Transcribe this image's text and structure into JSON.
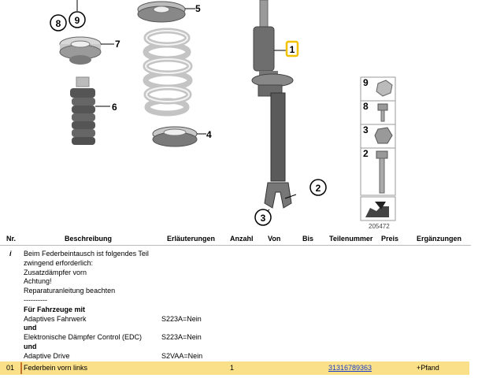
{
  "diagram": {
    "callouts": {
      "c1": "1",
      "c2": "2",
      "c3": "3",
      "c4": "4",
      "c5": "5",
      "c6": "6",
      "c7": "7",
      "c8": "8",
      "c9": "9"
    },
    "legend": {
      "l9": "9",
      "l8": "8",
      "l3": "3",
      "l2": "2",
      "image_number": "205472"
    }
  },
  "table": {
    "headers": {
      "nr": "Nr.",
      "beschreibung": "Beschreibung",
      "erlaeuterungen": "Erläuterungen",
      "anzahl": "Anzahl",
      "von": "Von",
      "bis": "Bis",
      "teilenummer": "Teilenummer",
      "preis": "Preis",
      "ergaenzungen": "Ergänzungen"
    },
    "info_row": {
      "nr": "i",
      "lines": [
        "Beim Federbeintausch ist folgendes Teil",
        "zwingend erforderlich:",
        "Zusatzdämpfer vorn",
        "Achtung!",
        "Reparaturanleitung beachten",
        "----------",
        "Für Fahrzeuge mit",
        "Adaptives Fahrwerk",
        "und",
        "Elektronische Dämpfer Control (EDC)",
        "und",
        "Adaptive Drive"
      ],
      "codes": [
        "S223A=Nein",
        "S223A=Nein",
        "S2VAA=Nein"
      ]
    },
    "rows": [
      {
        "nr": "01",
        "beschreibung": "Federbein vorn links",
        "anzahl": "1",
        "teilenummer": "31316789363",
        "ergaenzungen": "+Pfand"
      }
    ]
  },
  "colors": {
    "highlight_row": "#f9e089",
    "selected_callout": "#f2c200",
    "link": "#1a3cc8"
  }
}
